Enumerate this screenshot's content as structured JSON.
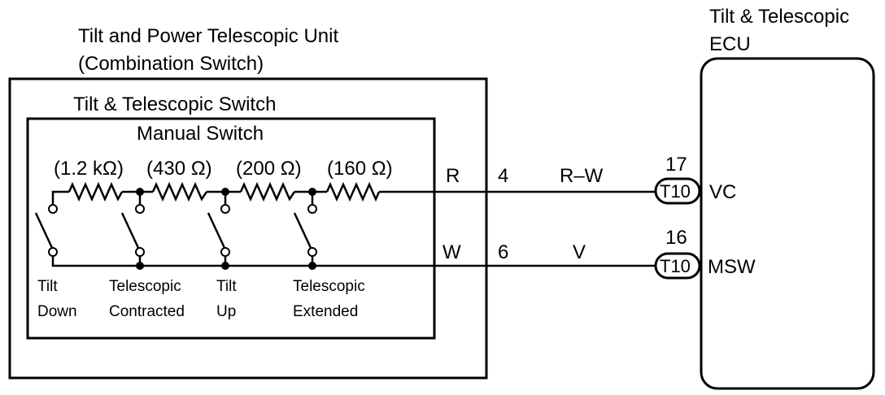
{
  "unit": {
    "title_line1": "Tilt and Power Telescopic Unit",
    "title_line2": "(Combination Switch)",
    "switch_title": "Tilt & Telescopic Switch",
    "manual_switch_title": "Manual Switch"
  },
  "resistors": [
    "(1.2 kΩ)",
    "(430 Ω)",
    "(200 Ω)",
    "(160 Ω)"
  ],
  "switches": [
    {
      "line1": "Tilt",
      "line2": "Down"
    },
    {
      "line1": "Telescopic",
      "line2": "Contracted"
    },
    {
      "line1": "Tilt",
      "line2": "Up"
    },
    {
      "line1": "Telescopic",
      "line2": "Extended"
    }
  ],
  "wires": [
    {
      "terminal": "R",
      "pin": "4",
      "color": "R–W",
      "connector": "T10",
      "ecu_pin": "17",
      "ecu_signal": "VC"
    },
    {
      "terminal": "W",
      "pin": "6",
      "color": "V",
      "connector": "T10",
      "ecu_pin": "16",
      "ecu_signal": "MSW"
    }
  ],
  "ecu": {
    "title_line1": "Tilt & Telescopic",
    "title_line2": "ECU"
  }
}
